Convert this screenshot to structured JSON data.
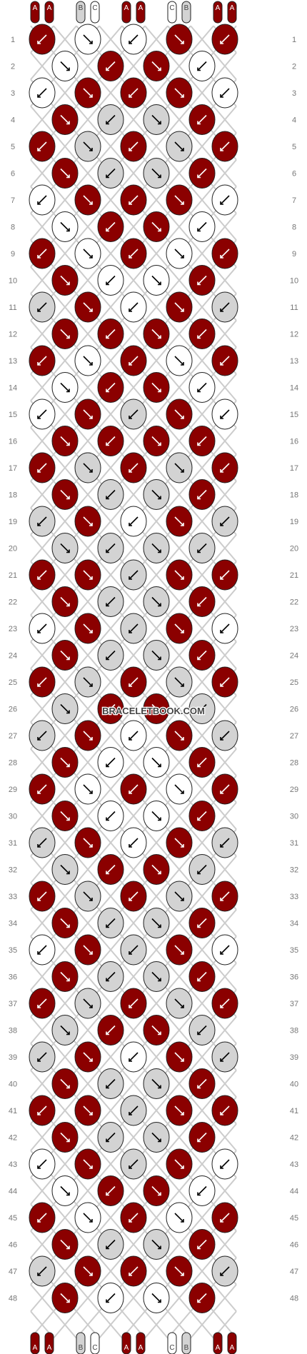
{
  "watermark": "BRACELETBOOK.COM",
  "strands": [
    "A",
    "A",
    "B",
    "C",
    "A",
    "A",
    "C",
    "B",
    "A",
    "A"
  ],
  "colors": {
    "A": "#8b0000",
    "B": "#d3d3d3",
    "C": "#ffffff",
    "outline": "#222222",
    "arrow_on_light": "#000000",
    "arrow_on_dark": "#ffffff"
  },
  "row_labels": [
    "1",
    "2",
    "3",
    "4",
    "5",
    "6",
    "7",
    "8",
    "9",
    "10",
    "11",
    "12",
    "13",
    "14",
    "15",
    "16",
    "17",
    "18",
    "19",
    "20",
    "21",
    "22",
    "23",
    "24",
    "25",
    "26",
    "27",
    "28",
    "29",
    "30",
    "31",
    "32",
    "33",
    "34",
    "35",
    "36",
    "37",
    "38",
    "39",
    "40",
    "41",
    "42",
    "43",
    "44",
    "45",
    "46",
    "47",
    "48"
  ],
  "knot_rows": [
    "AC CA A",
    "CAAC",
    "CAAAC",
    "ABBA",
    "ABAB A",
    "ABBA",
    "CAAAC",
    "CAAC",
    "ACAC A",
    "ACCA",
    "BACAB",
    "AAAA",
    "ACAC A",
    "CAAC",
    "CABAC",
    "AAAA",
    "ABAB A",
    "ABBA",
    "BACAB",
    "BBBB",
    "AABAA",
    "ABBA",
    "CABAC",
    "ABBA",
    "ABAB A",
    "BAAB",
    "BACAB",
    "ACCA",
    "ACAC A",
    "ACCA",
    "BACAB",
    "BAAB",
    "ABAB A",
    "ABBA",
    "CABAC",
    "ABBA",
    "ABAB A",
    "BAAB",
    "BACAB",
    "ABBA",
    "AABAA",
    "ABBA",
    "CABAC",
    "CAAC",
    "ACAC A",
    "ABBA",
    "BAAAB",
    "AC CA"
  ]
}
